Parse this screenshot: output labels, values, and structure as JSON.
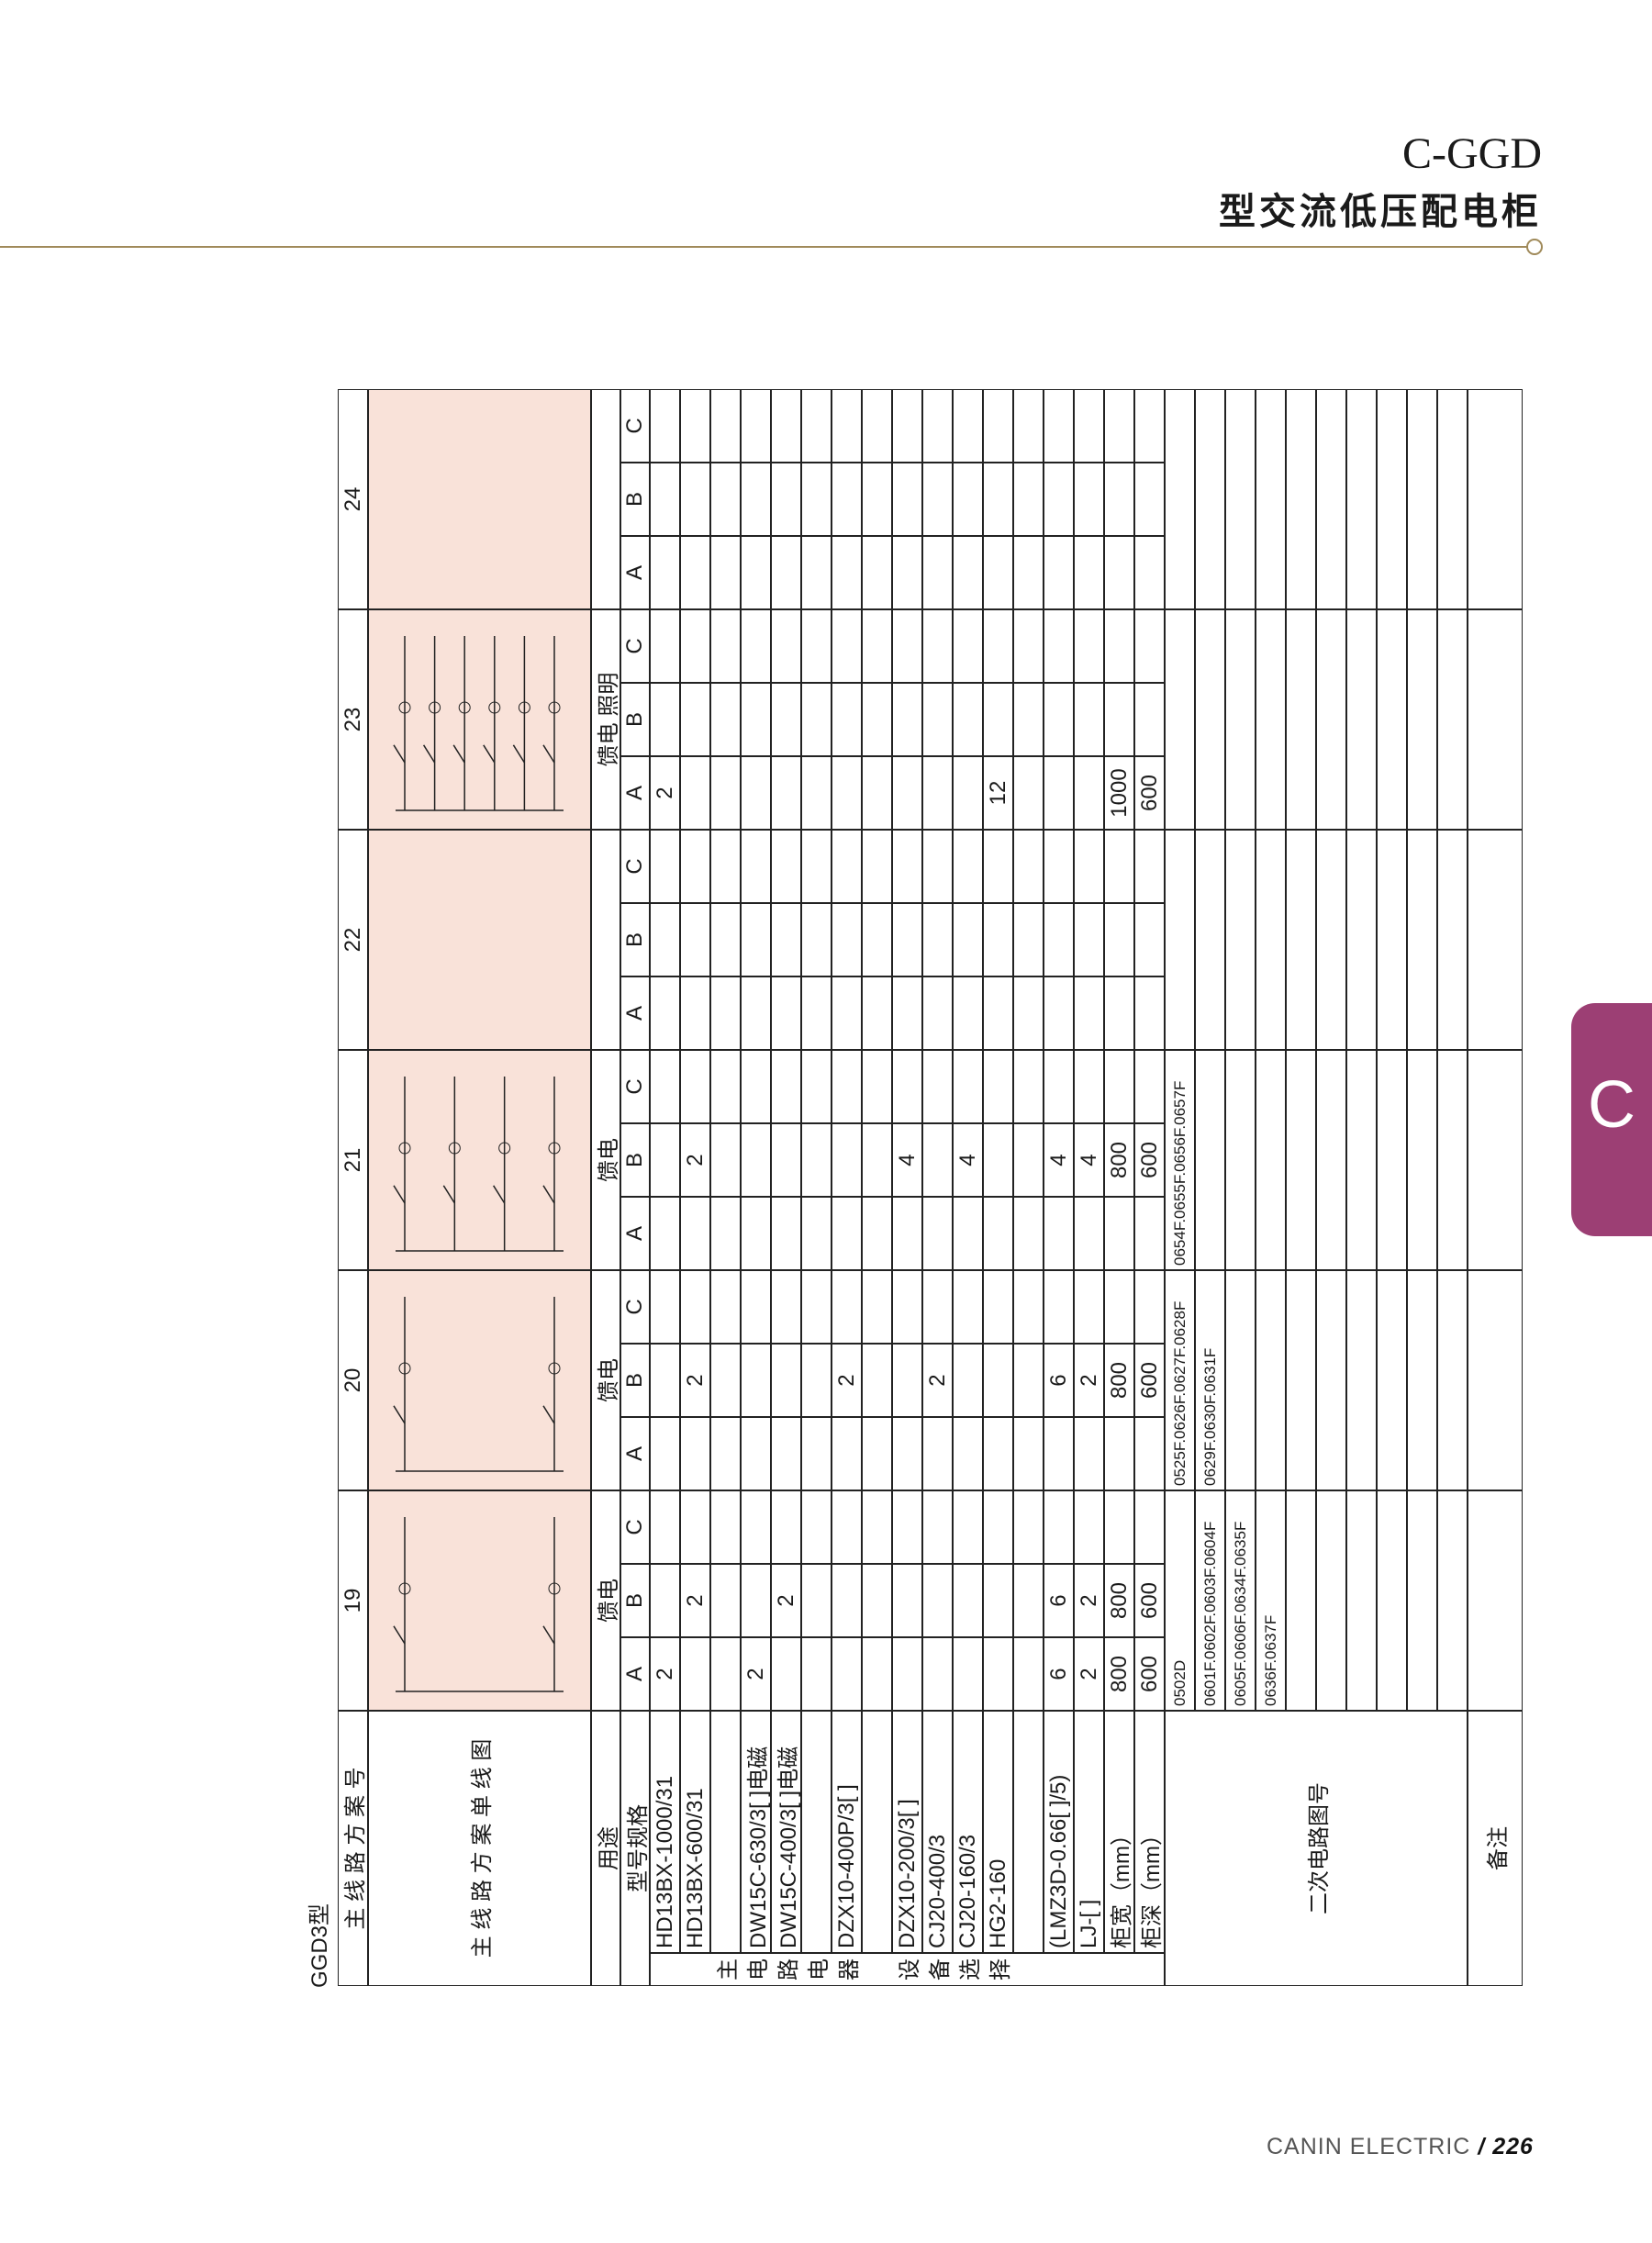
{
  "header": {
    "title": "C-GGD",
    "subtitle": "型交流低压配电柜"
  },
  "side_tab": {
    "letter": "C"
  },
  "footer": {
    "brand": "CANIN ELECTRIC",
    "page": "/ 226"
  },
  "table": {
    "type_label": "GGD3型",
    "scheme_no_label": "主 线 路 方 案 号",
    "diagram_label": "主 线 路 方 案 单 线 图",
    "usage_label": "用途",
    "spec_label": "型号规格",
    "main_label": "主",
    "circuit_label": "电",
    "road_label": "路",
    "device_label": "设",
    "select_label": "备",
    "choose_label": "选",
    "pick_label": "择",
    "elec_label": "电",
    "appliance_label": "器",
    "secondary_label": "二次电路图号",
    "remark_label": "备注",
    "schemes": [
      {
        "no": "19",
        "usage": "馈电",
        "highlighted": true
      },
      {
        "no": "20",
        "usage": "馈电",
        "highlighted": true
      },
      {
        "no": "21",
        "usage": "馈电",
        "highlighted": true
      },
      {
        "no": "22",
        "usage": "",
        "highlighted": true
      },
      {
        "no": "23",
        "usage": "馈电 照明",
        "highlighted": true
      },
      {
        "no": "24",
        "usage": "",
        "highlighted": true
      }
    ],
    "phases": [
      "A",
      "B",
      "C"
    ],
    "rows": [
      {
        "spec": "HD13BX-1000/31",
        "values": {
          "19A": "2",
          "23A": "2"
        }
      },
      {
        "spec": "HD13BX-600/31",
        "values": {
          "19B": "2",
          "20B": "2",
          "21B": "2"
        }
      },
      {
        "spec": "",
        "values": {}
      },
      {
        "spec": "DW15C-630/3[ ]电磁",
        "values": {
          "19A": "2"
        }
      },
      {
        "spec": "DW15C-400/3[ ]电磁",
        "values": {
          "19B": "2"
        }
      },
      {
        "spec": "",
        "values": {}
      },
      {
        "spec": "DZX10-400P/3[ ]",
        "values": {
          "20B": "2"
        }
      },
      {
        "spec": "",
        "values": {}
      },
      {
        "spec": "DZX10-200/3[ ]",
        "values": {
          "21B": "4"
        }
      },
      {
        "spec": "CJ20-400/3",
        "values": {
          "20B": "2"
        }
      },
      {
        "spec": "CJ20-160/3",
        "values": {
          "21B": "4"
        }
      },
      {
        "spec": "HG2-160",
        "values": {
          "23A": "12"
        }
      },
      {
        "spec": "",
        "values": {}
      },
      {
        "spec": "(LMZ3D-0.66[ ]/5)",
        "values": {
          "19A": "6",
          "19B": "6",
          "20B": "6",
          "21B": "4"
        }
      },
      {
        "spec": "LJ-[ ]",
        "values": {
          "19A": "2",
          "19B": "2",
          "20B": "2",
          "21B": "4"
        }
      },
      {
        "spec": "柜宽（mm）",
        "values": {
          "19A": "800",
          "19B": "800",
          "20B": "800",
          "21B": "800",
          "23A": "1000"
        }
      },
      {
        "spec": "柜深（mm）",
        "values": {
          "19A": "600",
          "19B": "600",
          "20B": "600",
          "21B": "600",
          "23A": "600"
        }
      }
    ],
    "secondary_codes": [
      "0502D",
      "0601F.0602F.0603F.0604F",
      "0605F.0606F.0634F.0635F",
      "0636F.0637F"
    ],
    "secondary_codes_20": [
      "0525F.0626F.0627F.0628F",
      "0629F.0630F.0631F"
    ],
    "secondary_codes_21": [
      "0654F.0655F.0656F.0657F"
    ]
  }
}
